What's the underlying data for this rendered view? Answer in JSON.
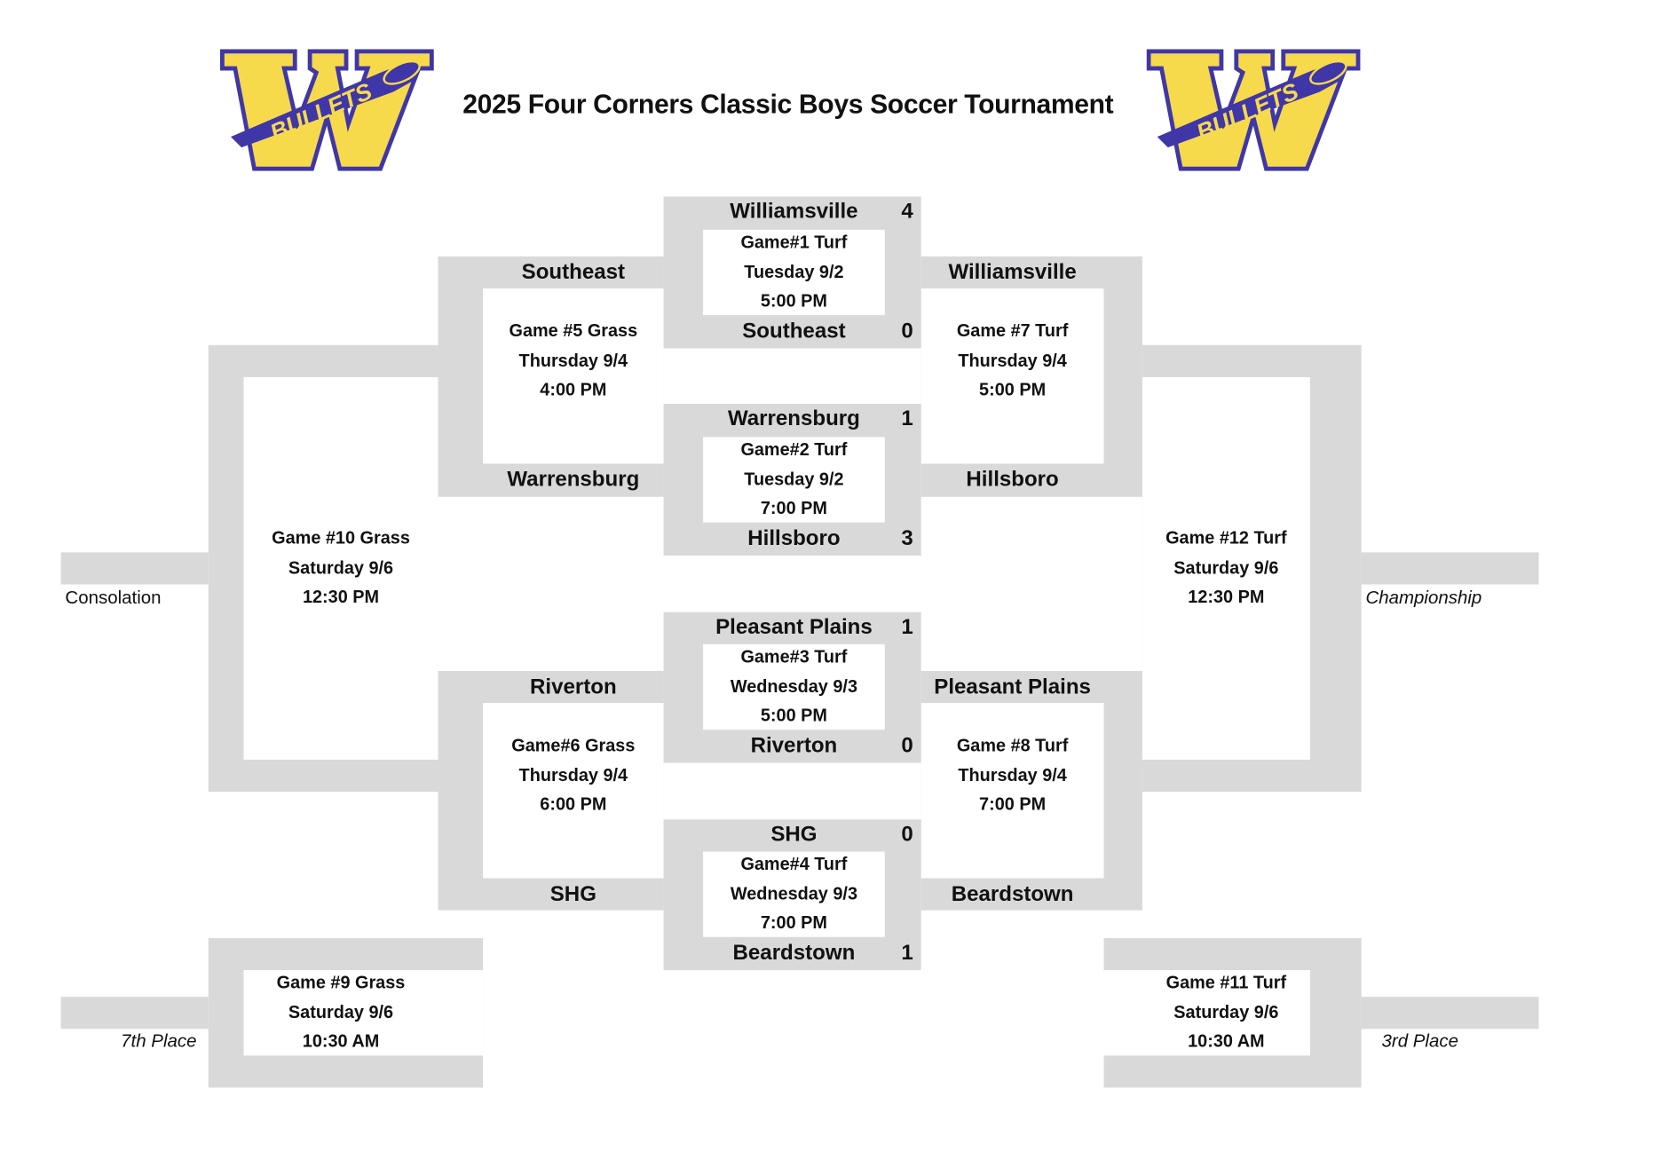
{
  "title": "2025 Four Corners Classic Boys Soccer Tournament",
  "logo": {
    "text": "BULLETS",
    "letter": "W",
    "colors": {
      "yellow": "#f7d94c",
      "purple": "#3f36a8"
    }
  },
  "colors": {
    "bracket": "#d9d9d9"
  },
  "round1": [
    {
      "top_team": "Williamsville",
      "top_score": "4",
      "bottom_team": "Southeast",
      "bottom_score": "0",
      "info": [
        "Game#1 Turf",
        "Tuesday 9/2",
        "5:00 PM"
      ]
    },
    {
      "top_team": "Warrensburg",
      "top_score": "1",
      "bottom_team": "Hillsboro",
      "bottom_score": "3",
      "info": [
        "Game#2 Turf",
        "Tuesday 9/2",
        "7:00 PM"
      ]
    },
    {
      "top_team": "Pleasant Plains",
      "top_score": "1",
      "bottom_team": "Riverton",
      "bottom_score": "0",
      "info": [
        "Game#3 Turf",
        "Wednesday 9/3",
        "5:00 PM"
      ]
    },
    {
      "top_team": "SHG",
      "top_score": "0",
      "bottom_team": "Beardstown",
      "bottom_score": "1",
      "info": [
        "Game#4 Turf",
        "Wednesday 9/3",
        "7:00 PM"
      ]
    }
  ],
  "round2": {
    "game5": {
      "top_team": "Southeast",
      "bottom_team": "Warrensburg",
      "info": [
        "Game #5 Grass",
        "Thursday 9/4",
        "4:00 PM"
      ]
    },
    "game6": {
      "top_team": "Riverton",
      "bottom_team": "SHG",
      "info": [
        "Game#6 Grass",
        "Thursday 9/4",
        "6:00 PM"
      ]
    },
    "game7": {
      "top_team": "Williamsville",
      "bottom_team": "Hillsboro",
      "info": [
        "Game #7 Turf",
        "Thursday 9/4",
        "5:00 PM"
      ]
    },
    "game8": {
      "top_team": "Pleasant Plains",
      "bottom_team": "Beardstown",
      "info": [
        "Game #8 Turf",
        "Thursday 9/4",
        "7:00 PM"
      ]
    }
  },
  "finals": {
    "game10": {
      "label": "Consolation",
      "info": [
        "Game #10 Grass",
        "Saturday 9/6",
        "12:30 PM"
      ]
    },
    "game12": {
      "label": "Championship",
      "info": [
        "Game #12 Turf",
        "Saturday 9/6",
        "12:30 PM"
      ]
    },
    "game9": {
      "label": "7th Place",
      "info": [
        "Game #9 Grass",
        "Saturday 9/6",
        "10:30 AM"
      ]
    },
    "game11": {
      "label": "3rd Place",
      "info": [
        "Game #11 Turf",
        "Saturday 9/6",
        "10:30 AM"
      ]
    }
  }
}
